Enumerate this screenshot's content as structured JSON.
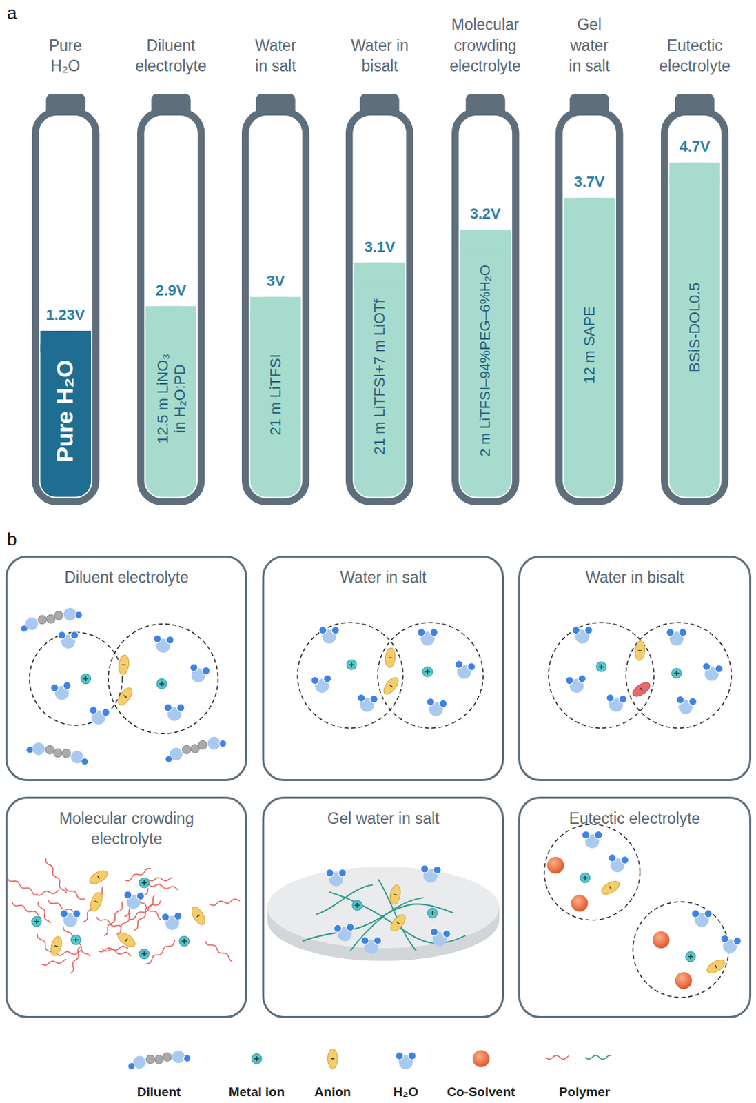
{
  "diagram": {
    "nodes": [
      {
        "text": [
          "Pure H₂O",
          "1.23V",
          "Pure H₂O"
        ]
      },
      {
        "text": [
          "Diluent electrolyte",
          "2.9V",
          "12.5 m LiNO₃ in H₂O:PD"
        ]
      },
      {
        "text": [
          "Water in salt",
          "3V",
          "21 m LiTFSI"
        ]
      },
      {
        "text": [
          "Water in bisalt",
          "3.1V",
          "21 m LiTFSI+7 m LiOTf"
        ]
      },
      {
        "text": [
          "Molecular crowding electrolyte",
          "3.2V",
          "2 m LiTFSI–94%PEG–6%H₂O"
        ]
      },
      {
        "text": [
          "Gel water in salt",
          "3.7V",
          "12 m SAPE"
        ]
      },
      {
        "text": [
          "Eutectic electrolyte",
          "4.7V",
          "BSiS-DOL0.5"
        ]
      },
      {
        "text": [
          "Diluent electrolyte"
        ]
      },
      {
        "text": [
          "Water in salt"
        ]
      },
      {
        "text": [
          "Water in bisalt"
        ]
      },
      {
        "text": [
          "Molecular crowding electrolyte"
        ]
      },
      {
        "text": [
          "Gel water in salt"
        ]
      },
      {
        "text": [
          "Eutectic electrolyte"
        ]
      }
    ],
    "labels": [
      "a",
      "b"
    ],
    "legend": [
      {
        "text": "Diluent"
      },
      {
        "text": "Metal ion"
      },
      {
        "text": "Anion"
      },
      {
        "text": "H₂O"
      },
      {
        "text": "Co-Solvent"
      },
      {
        "text": "Polymer"
      }
    ]
  }
}
